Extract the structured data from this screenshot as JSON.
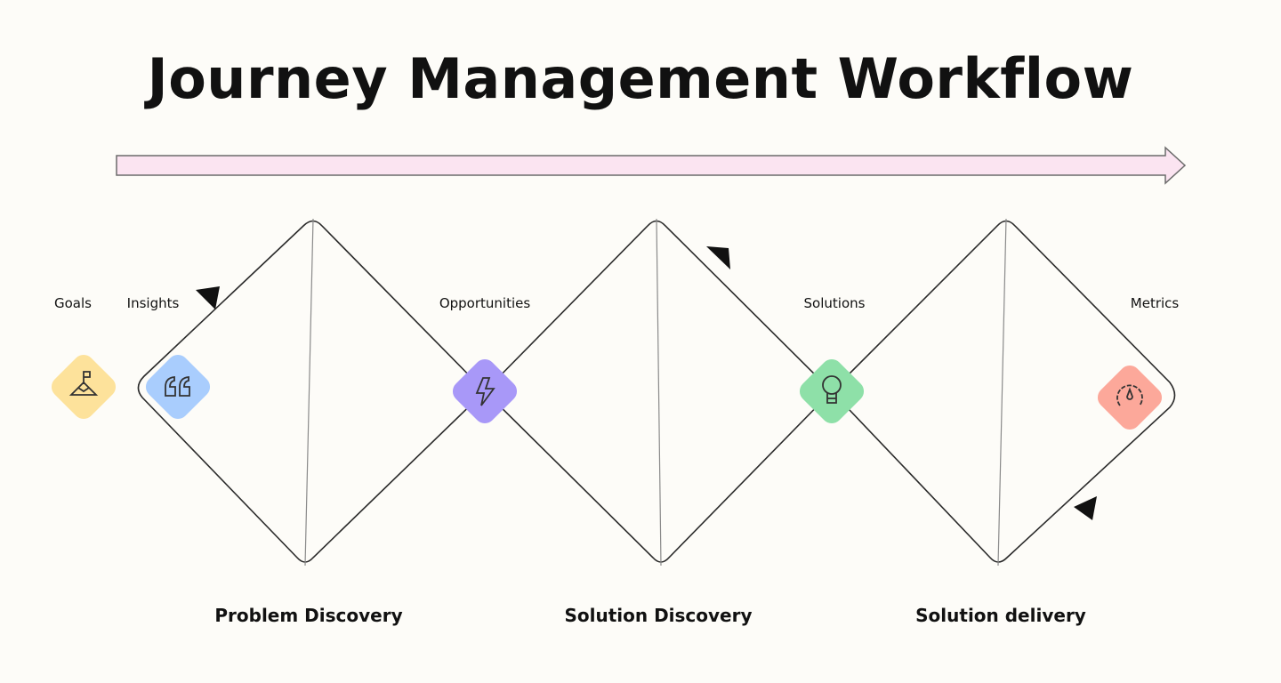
{
  "title": "Journey Management Workflow",
  "stages": [
    {
      "label": "Goals",
      "icon": "mountain-flag-icon",
      "color": "#fde29b"
    },
    {
      "label": "Insights",
      "icon": "quote-icon",
      "color": "#a9cdfd"
    },
    {
      "label": "Opportunities",
      "icon": "lightning-icon",
      "color": "#a898f8"
    },
    {
      "label": "Solutions",
      "icon": "lightbulb-icon",
      "color": "#8ee0a8"
    },
    {
      "label": "Metrics",
      "icon": "gauge-icon",
      "color": "#fca89a"
    }
  ],
  "phases": [
    "Problem Discovery",
    "Solution Discovery",
    "Solution delivery"
  ],
  "colors": {
    "arrow_fill": "#fbe4f1",
    "line": "#2a2a2a"
  }
}
